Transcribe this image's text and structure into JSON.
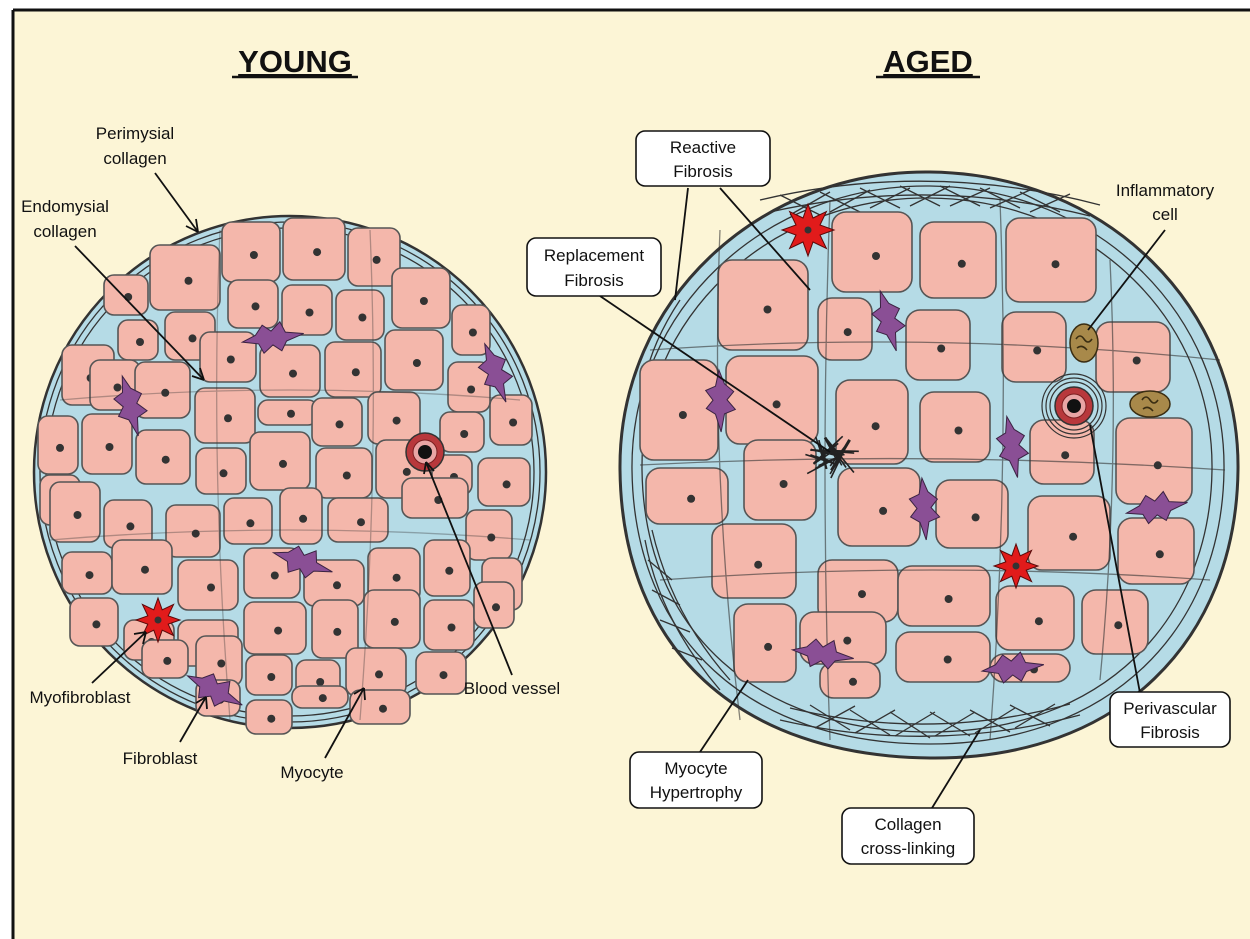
{
  "panels": {
    "young": {
      "heading": "YOUNG",
      "labels": {
        "perimysial": [
          "Perimysial",
          "collagen"
        ],
        "endomysial": [
          "Endomysial",
          "collagen"
        ],
        "myofibroblast": "Myofibroblast",
        "fibroblast": "Fibroblast",
        "myocyte": "Myocyte",
        "blood_vessel": "Blood vessel"
      }
    },
    "aged": {
      "heading": "AGED",
      "labels": {
        "reactive": [
          "Reactive",
          "Fibrosis"
        ],
        "replacement": [
          "Replacement",
          "Fibrosis"
        ],
        "inflammatory": [
          "Inflammatory",
          "cell"
        ],
        "perivascular": [
          "Perivascular",
          "Fibrosis"
        ],
        "hypertrophy": [
          "Myocyte",
          "Hypertrophy"
        ],
        "crosslinking": [
          "Collagen",
          "cross-linking"
        ]
      }
    }
  },
  "colors": {
    "background": "#fcf5d6",
    "tissue": "#b5dbe6",
    "myocyte": "#f4b7ab",
    "fibroblast": "#8a4f95",
    "myofibroblast": "#e11b1b",
    "vessel": "#b8383c",
    "inflammatory": "#a8894a"
  },
  "icons": [
    "myocyte-icon",
    "fibroblast-icon",
    "myofibroblast-icon",
    "blood-vessel-icon",
    "inflammatory-cell-icon"
  ]
}
